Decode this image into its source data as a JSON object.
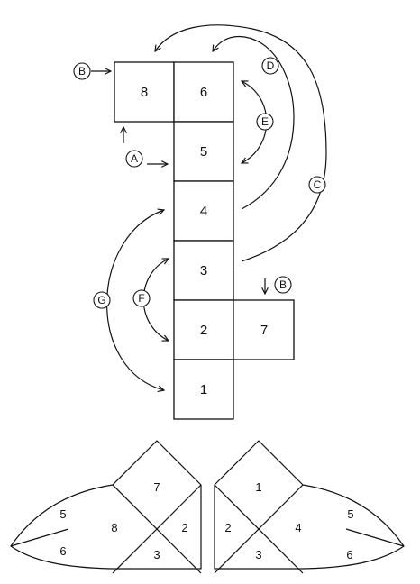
{
  "net_cells": {
    "c8": "8",
    "c6": "6",
    "c5": "5",
    "c4": "4",
    "c3": "3",
    "c2": "2",
    "c7": "7",
    "c1": "1"
  },
  "markers": {
    "a": "A",
    "b_top": "B",
    "b_side": "B",
    "c": "C",
    "d": "D",
    "e": "E",
    "f": "F",
    "g": "G"
  },
  "left_shape": {
    "r5": "5",
    "r6": "6",
    "r8": "8",
    "r7": "7",
    "r2": "2",
    "r3": "3"
  },
  "right_shape": {
    "r1": "1",
    "r2": "2",
    "r3": "3",
    "r4": "4",
    "r5": "5",
    "r6": "6"
  }
}
